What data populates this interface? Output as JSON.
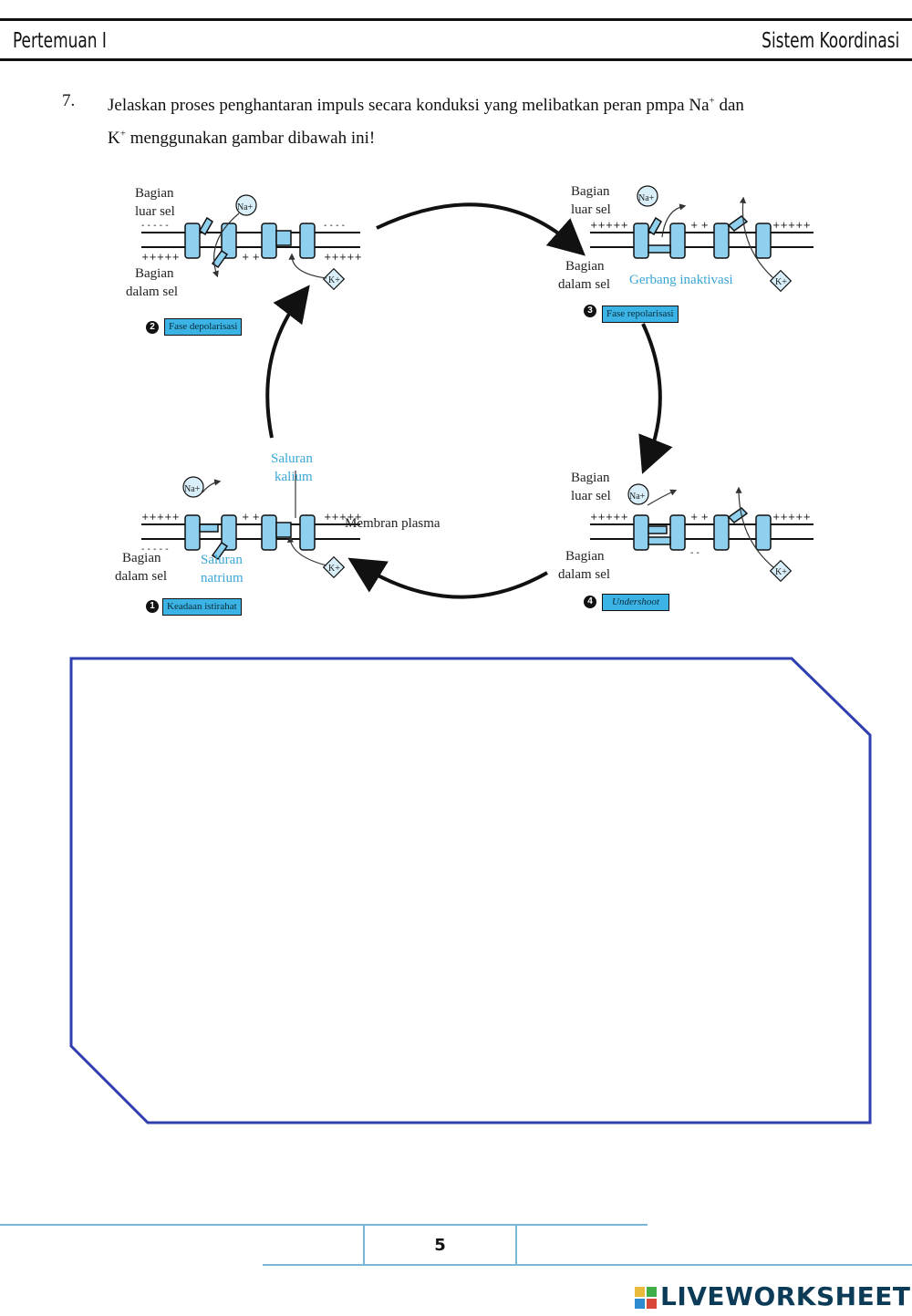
{
  "header": {
    "left": "Pertemuan I",
    "right": "Sistem Koordinasi"
  },
  "question": {
    "number": "7.",
    "line1_a": "Jelaskan proses penghantaran impuls secara konduksi yang melibatkan peran pmpa Na",
    "line1_sup": "+",
    "line1_b": " dan",
    "line2_a": "K",
    "line2_sup": "+",
    "line2_b": " menggunakan gambar dibawah ini!"
  },
  "figure": {
    "panel1": {
      "number": "1",
      "phase": "Keadaan istirahat",
      "outside": [
        "",
        ""
      ],
      "inside": [
        "Bagian",
        "dalam sel"
      ],
      "sodium_channel": [
        "Saluran",
        "natrium"
      ],
      "potassium_channel": [
        "Saluran",
        "kalium"
      ],
      "membrane": "Membran plasma",
      "na": "Na+",
      "k": "K+"
    },
    "panel2": {
      "number": "2",
      "phase": "Fase depolarisasi",
      "outside": [
        "Bagian",
        "luar sel"
      ],
      "inside": [
        "Bagian",
        "dalam sel"
      ],
      "na": "Na+",
      "k": "K+"
    },
    "panel3": {
      "number": "3",
      "phase": "Fase repolarisasi",
      "outside": [
        "Bagian",
        "luar sel"
      ],
      "inside": [
        "Bagian",
        "dalam sel"
      ],
      "gate": "Gerbang inaktivasi",
      "na": "Na+",
      "k": "K+"
    },
    "panel4": {
      "number": "4",
      "phase": "Undershoot",
      "outside": [
        "Bagian",
        "luar sel"
      ],
      "inside": [
        "Bagian",
        "dalam sel"
      ],
      "na": "Na+",
      "k": "K+"
    }
  },
  "answer_box": {
    "value": ""
  },
  "footer": {
    "page_number": "5",
    "brand": "LIVEWORKSHEETS"
  },
  "colors": {
    "channel": "#8fd0ef",
    "label_blue": "#3aa6d6",
    "phase_bg": "#3bb4e5",
    "footer_line": "#7ab8d8",
    "answer_border": "#2f3fb0"
  }
}
